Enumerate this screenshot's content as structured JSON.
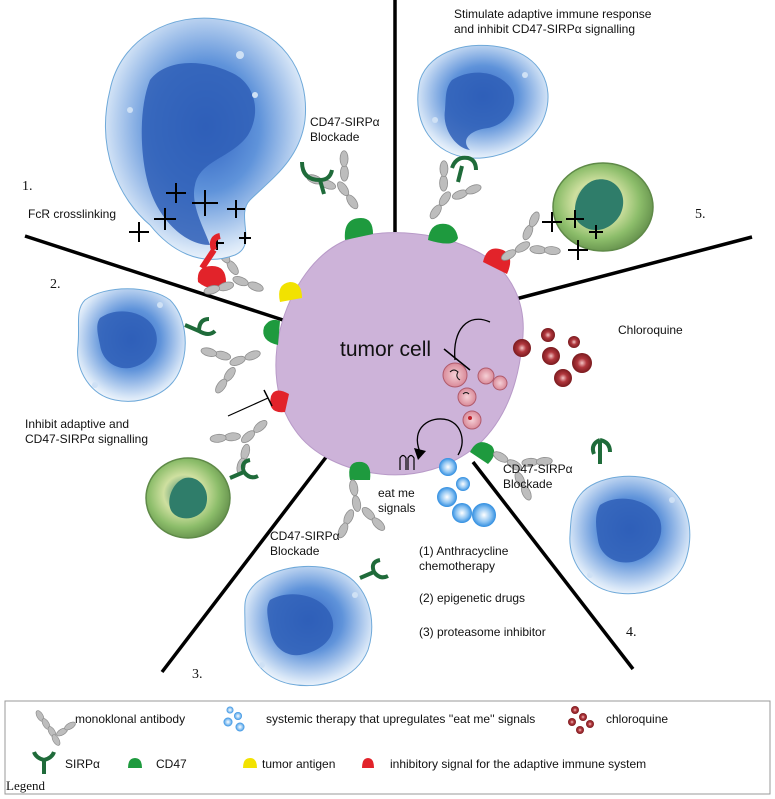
{
  "tumor_cell_label": "tumor cell",
  "numbers": {
    "one": "1.",
    "two": "2.",
    "three": "3.",
    "four": "4.",
    "five": "5."
  },
  "labels": {
    "fcr": "FcR crosslinking",
    "blockade_top_line1": "CD47-SIRPα",
    "blockade_top_line2": "Blockade",
    "stimulate_line1": "Stimulate adaptive immune response",
    "stimulate_line2": "and inhibit CD47-SIRPα signalling",
    "inhibit_line1": "Inhibit adaptive and",
    "inhibit_line2": "CD47-SIRPα signalling",
    "blockade_bottom_line1": "CD47-SIRPα",
    "blockade_bottom_line2": "Blockade",
    "blockade_right_line1": "CD47-SIRPα",
    "blockade_right_line2": "Blockade",
    "chloroquine": "Chloroquine",
    "eat_me_line1": "eat me",
    "eat_me_line2": "signals",
    "therapy1_line1": "(1) Anthracycline",
    "therapy1_line2": "chemotherapy",
    "therapy2": "(2) epigenetic drugs",
    "therapy3": "(3) proteasome inhibitor"
  },
  "legend": {
    "title": "Legend",
    "antibody": "monoklonal antibody",
    "systemic": "systemic therapy that upregulates ''eat me'' signals",
    "chloroquine": "chloroquine",
    "sirpa": "SIRPα",
    "cd47": "CD47",
    "tumor_antigen": "tumor antigen",
    "inhibitory": "inhibitory signal for the adaptive immune system"
  },
  "colors": {
    "tumor": "#cdb3d9",
    "macrophage": "#5a8fd6",
    "nucleus": "#2f5fb7",
    "tcell": "#9bc27e",
    "cd47": "#1e9a3e",
    "sirpa": "#1f6b3a",
    "inhibitory": "#e2232a",
    "antigen": "#f2e200",
    "antibody": "#bdbdbd",
    "chloroquine": "#8b1f24",
    "eat_me": "#2f8de0"
  }
}
